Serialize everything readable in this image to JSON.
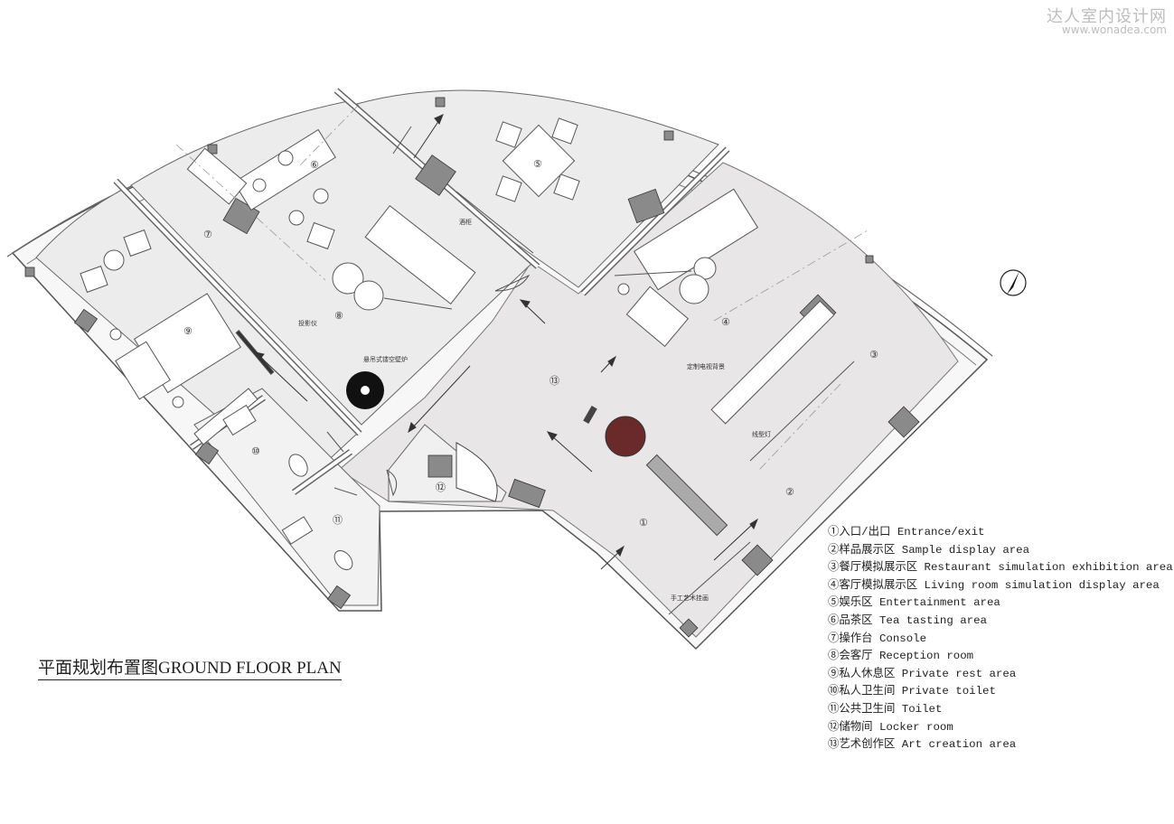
{
  "watermark": {
    "name": "达人室内设计网",
    "url": "www.wonadea.com"
  },
  "plan_title": "平面规划布置图GROUND FLOOR PLAN",
  "legend": [
    "①入口/出口  Entrance/exit",
    "②样品展示区 Sample display area",
    "③餐厅模拟展示区 Restaurant simulation exhibition area",
    "④客厅模拟展示区 Living room simulation display area",
    "⑤娱乐区 Entertainment area",
    "⑥品茶区 Tea tasting area",
    "⑦操作台 Console",
    "⑧会客厅 Reception room",
    "⑨私人休息区 Private rest area",
    "⑩私人卫生间 Private toilet",
    "⑪公共卫生间 Toilet",
    "⑫储物间 Locker room",
    "⑬艺术创作区 Art creation area"
  ],
  "room_markers": [
    "①",
    "②",
    "③",
    "④",
    "⑤",
    "⑥",
    "⑦",
    "⑧",
    "⑨",
    "⑩",
    "⑪",
    "⑫",
    "⑬"
  ],
  "annotations": {
    "wine_cabinet": "酒柜",
    "projector": "投影仪",
    "fireplace": "悬吊式镂空壁炉",
    "tv_wall": "定制电视背景",
    "line_light": "线型灯",
    "handcraft_wall": "手工艺术挂画"
  },
  "colors": {
    "floor_grey": "#e8e6e6",
    "room_grey": "#ececec",
    "wall": "#555555",
    "accent_dark_red": "#6b2a2a",
    "fireplace_black": "#111111"
  },
  "icons": {
    "north": "north-arrow-icon"
  }
}
